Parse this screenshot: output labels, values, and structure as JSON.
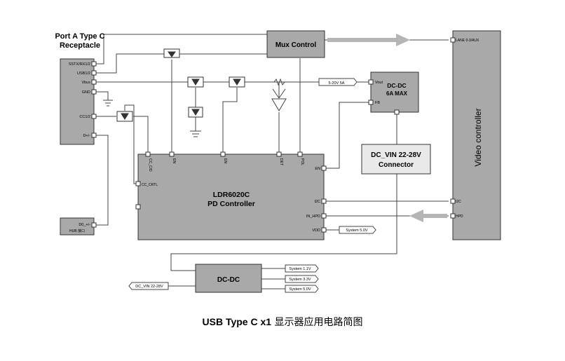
{
  "port": {
    "title_line1": "Port A Type C",
    "title_line2": "Receptacle",
    "pins": [
      "SSTX/RX1/2",
      "USB1/2",
      "Vbus",
      "GND",
      "CC1/2",
      "D+/-"
    ]
  },
  "hub": {
    "pin": "D0_+/-",
    "label": "HUB 接口"
  },
  "mux": {
    "label": "Mux Control"
  },
  "pd": {
    "name": "LDR6020C",
    "subtitle": "PD Controller",
    "top_pins": [
      "CC_C/D",
      "EN",
      "EN",
      "DET",
      "POL"
    ],
    "left_pins": [
      "CC_CRTL"
    ],
    "right_pins": [
      "EN",
      "I2C",
      "IN_HPD",
      "VDD"
    ]
  },
  "dcdc_top": {
    "line1": "DC-DC",
    "line2": "6A MAX",
    "pin_vout": "Vout",
    "pin_fb": "FB"
  },
  "vbus_tag": "5-20V 5A",
  "connector": {
    "line1": "DC_VIN 22-28V",
    "line2": "Connector"
  },
  "video": {
    "label": "Video controller",
    "pins": [
      "LANE 0-3/AUX",
      "I2C",
      "HPD"
    ]
  },
  "system_vdd": "System 5.0V",
  "dcdc_bottom": {
    "label": "DC-DC",
    "input": "DC_VIN 22-28V",
    "outputs": [
      "System 1.1V",
      "System 3.3V",
      "System 5.0V"
    ]
  },
  "caption": {
    "bold": "USB Type C x1",
    "rest": " 显示器应用电路简图"
  },
  "colors": {
    "block_fill": "#a9a9a9",
    "line": "#444444",
    "arrow": "#b5b5b5"
  }
}
